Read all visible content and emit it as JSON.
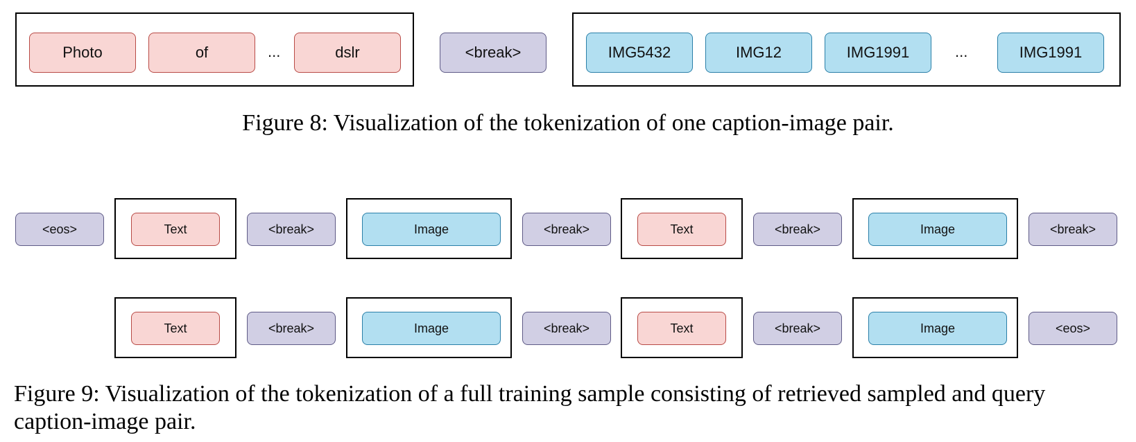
{
  "figure8": {
    "caption": "Figure 8: Visualization of the tokenization of one caption-image pair.",
    "text_tokens": [
      "Photo",
      "of",
      "...",
      "dslr"
    ],
    "separator": "<break>",
    "image_tokens": [
      "IMG5432",
      "IMG12",
      "IMG1991",
      "...",
      "IMG1991"
    ]
  },
  "figure9": {
    "caption_line1": "Figure 9: Visualization of the tokenization of a full training sample consisting of retrieved sampled and query",
    "caption_line2": "caption-image pair.",
    "row1": [
      "<eos>",
      "Text",
      "<break>",
      "Image",
      "<break>",
      "Text",
      "<break>",
      "Image",
      "<break>"
    ],
    "row2": [
      "Text",
      "<break>",
      "Image",
      "<break>",
      "Text",
      "<break>",
      "Image",
      "<eos>"
    ]
  },
  "colors": {
    "text_fill": "#f9d6d4",
    "text_border": "#b84a45",
    "image_fill": "#b2dff1",
    "image_border": "#2a7fa8",
    "separator_fill": "#d1cfe4",
    "separator_border": "#5e5a86"
  }
}
